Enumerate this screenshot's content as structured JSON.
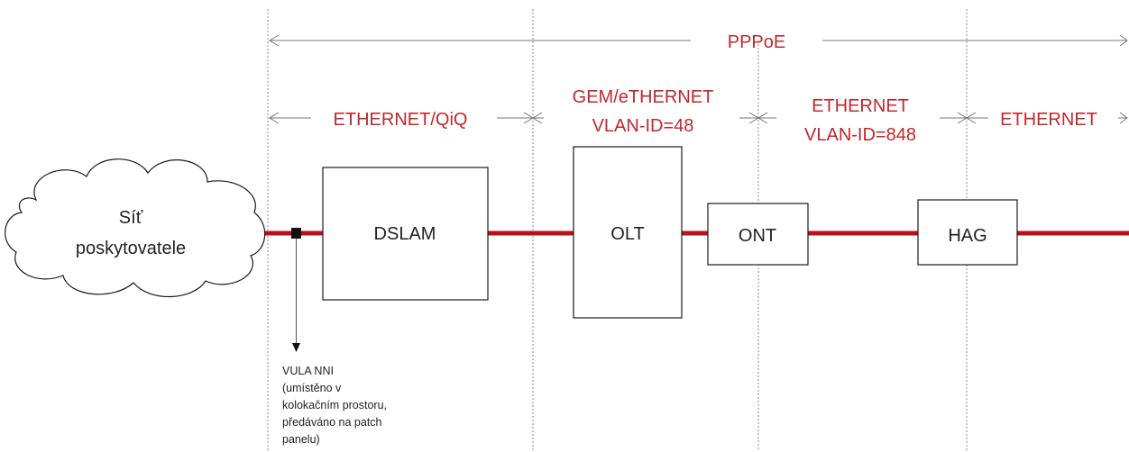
{
  "colors": {
    "link": "#b5121b",
    "label": "#c0282d",
    "box_stroke": "#1a1a1a",
    "arrow": "#777777",
    "divider": "#8a8a8a"
  },
  "cloud": {
    "line1": "Síť",
    "line2": "poskytovatele"
  },
  "boxes": {
    "dslam": "DSLAM",
    "olt": "OLT",
    "ont": "ONT",
    "hag": "HAG"
  },
  "segments": {
    "pppoe": "PPPoE",
    "ethernet_qiq": "ETHERNET/QiQ",
    "gem_line1": "GEM/eTHERNET",
    "gem_line2": "VLAN-ID=48",
    "eth_vlan_line1": "ETHERNET",
    "eth_vlan_line2": "VLAN-ID=848",
    "ethernet": "ETHERNET"
  },
  "note": {
    "lines": [
      "VULA NNI",
      "(umístěno v",
      "kolokačním prostoru,",
      "předáváno na patch",
      "panelu)"
    ]
  }
}
